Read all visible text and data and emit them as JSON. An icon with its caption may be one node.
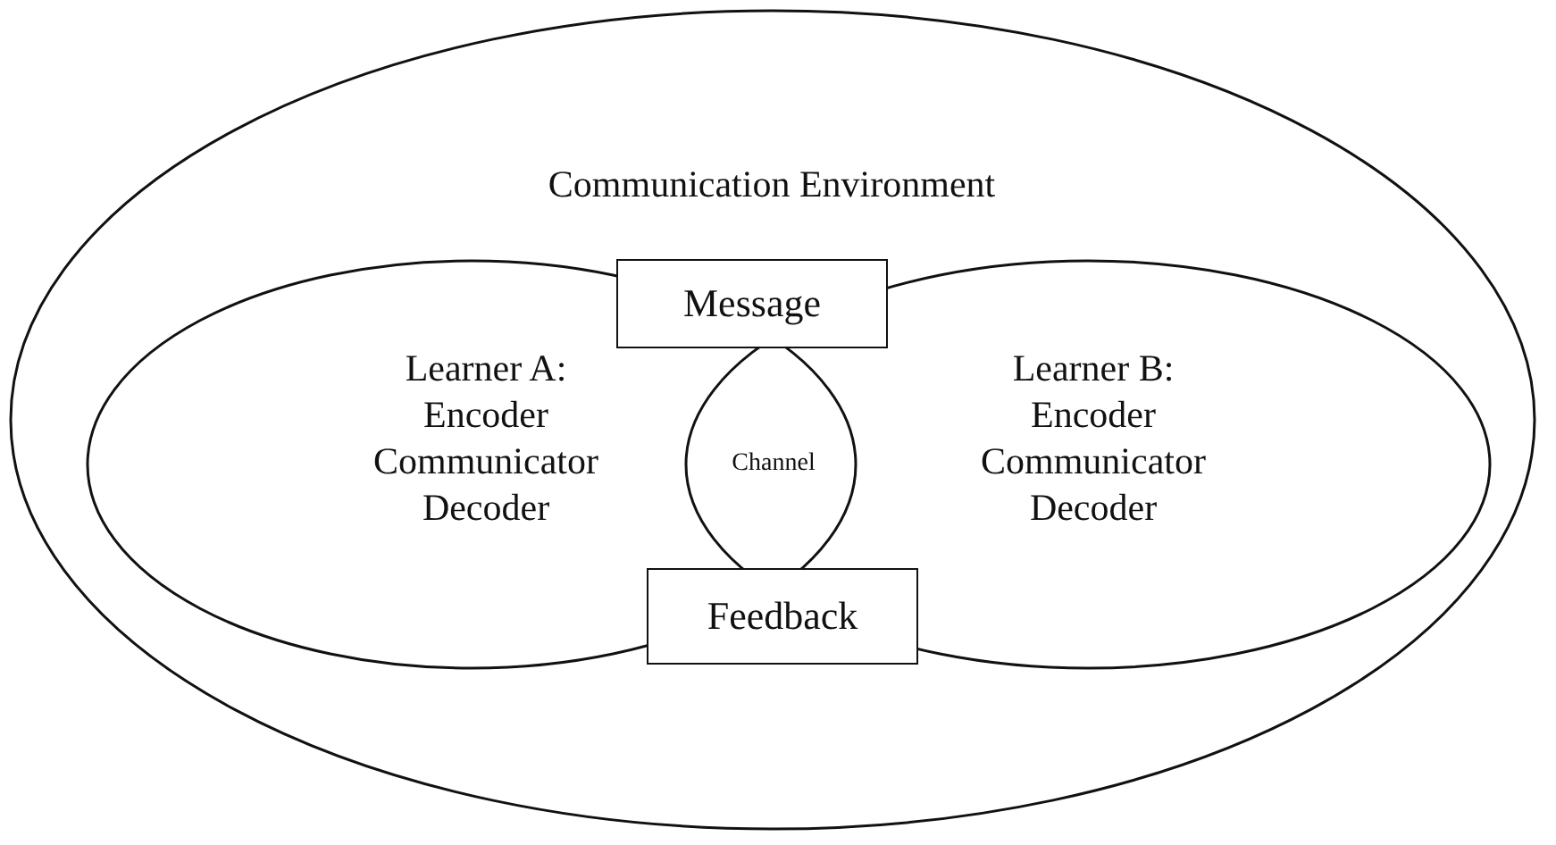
{
  "diagram": {
    "nodes": [
      {
        "text": [
          "Communication Environment"
        ]
      },
      {
        "text": [
          "Learner A:",
          "Encoder",
          "Communicator",
          "Decoder"
        ],
        "in": 0
      },
      {
        "text": [
          "Learner B:",
          "Encoder",
          "Communicator",
          "Decoder"
        ],
        "in": 0
      },
      {
        "text": [
          "Message"
        ],
        "in": 0
      },
      {
        "text": [
          "Channel"
        ]
      },
      {
        "text": [
          "Feedback"
        ],
        "in": 0
      }
    ],
    "edges": []
  }
}
